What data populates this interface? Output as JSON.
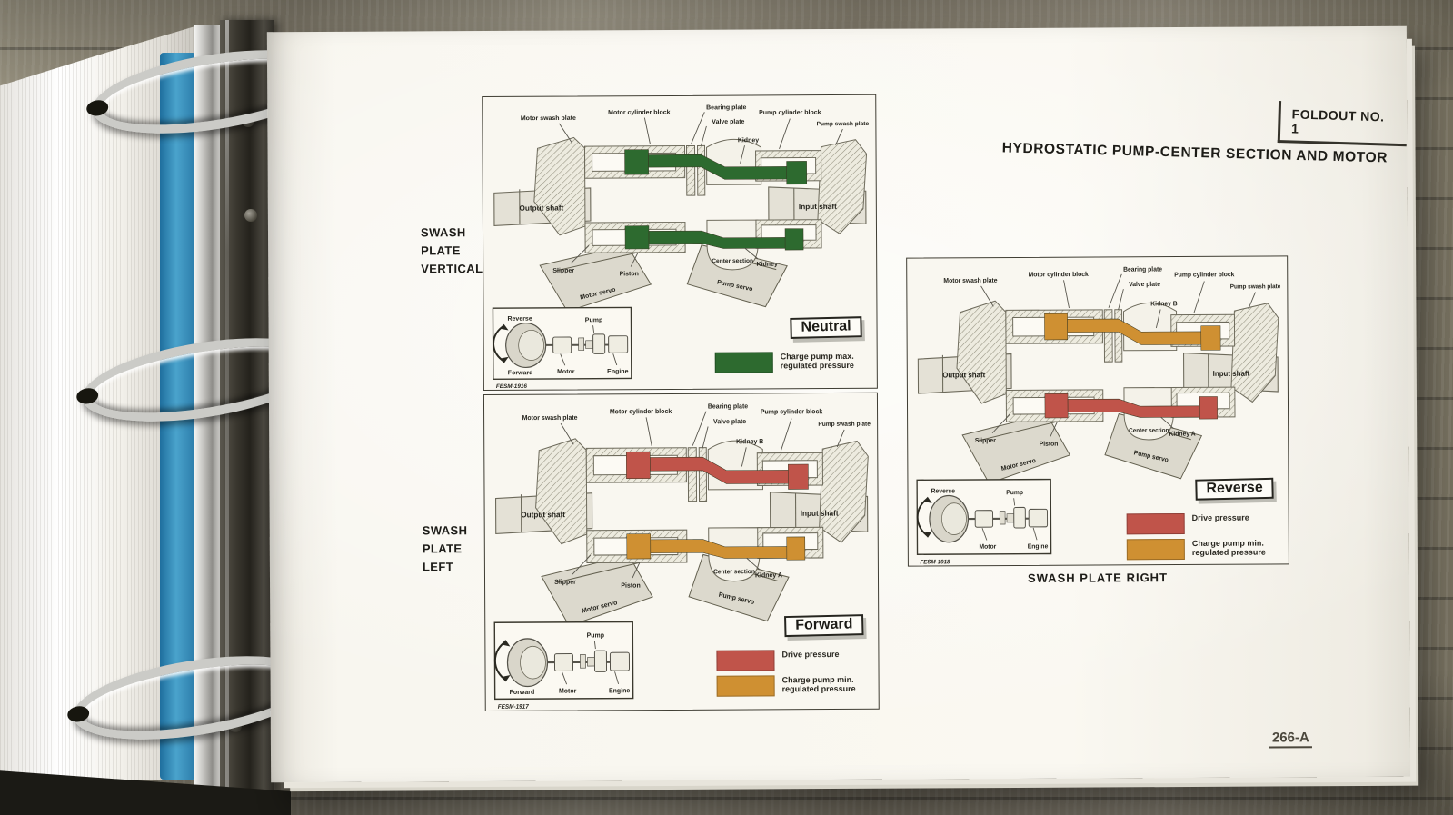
{
  "page": {
    "foldout_label": "FOLDOUT NO. 1",
    "title": "HYDROSTATIC PUMP-CENTER SECTION AND MOTOR",
    "page_number": "266-A"
  },
  "colors": {
    "neutral_green": "#2d6a2f",
    "drive_red": "#c0544a",
    "charge_orange": "#cf9032"
  },
  "panels": [
    {
      "name": "swash-plate-vertical",
      "side_label_lines": [
        "SWASH",
        "PLATE",
        "VERTICAL"
      ],
      "figure_code": "FESM-1916",
      "labels": {
        "motor_swash_plate": "Motor swash plate",
        "motor_cylinder_block": "Motor cylinder block",
        "bearing_plate": "Bearing plate",
        "valve_plate": "Valve plate",
        "pump_cylinder_block": "Pump cylinder block",
        "pump_swash_plate": "Pump swash plate",
        "kidney_top": "Kidney",
        "output_shaft": "Output shaft",
        "input_shaft": "Input shaft",
        "slipper": "Slipper",
        "piston": "Piston",
        "kidney_bottom": "Kidney",
        "center_section": "Center section",
        "motor_servo": "Motor servo",
        "pump_servo": "Pump servo"
      },
      "bands": {
        "top_color": "#2d6a2f",
        "bottom_color": "#2d6a2f"
      },
      "legend": {
        "mode": "Neutral",
        "entries": [
          {
            "color": "#2d6a2f",
            "label": "Charge pump max. regulated pressure"
          }
        ]
      },
      "inset": {
        "reverse": "Reverse",
        "forward": "Forward",
        "pump": "Pump",
        "motor": "Motor",
        "engine": "Engine"
      }
    },
    {
      "name": "swash-plate-left",
      "side_label_lines": [
        "SWASH",
        "PLATE",
        "LEFT"
      ],
      "figure_code": "FESM-1917",
      "labels": {
        "motor_swash_plate": "Motor swash plate",
        "motor_cylinder_block": "Motor cylinder block",
        "bearing_plate": "Bearing plate",
        "valve_plate": "Valve plate",
        "pump_cylinder_block": "Pump cylinder block",
        "pump_swash_plate": "Pump swash plate",
        "kidney_top": "Kidney B",
        "output_shaft": "Output shaft",
        "input_shaft": "Input shaft",
        "slipper": "Slipper",
        "piston": "Piston",
        "kidney_bottom": "Kidney A",
        "center_section": "Center section",
        "motor_servo": "Motor servo",
        "pump_servo": "Pump servo"
      },
      "bands": {
        "top_color": "#c0544a",
        "bottom_color": "#cf9032"
      },
      "legend": {
        "mode": "Forward",
        "entries": [
          {
            "color": "#c0544a",
            "label": "Drive pressure"
          },
          {
            "color": "#cf9032",
            "label": "Charge pump min. regulated pressure"
          }
        ]
      },
      "inset": {
        "forward": "Forward",
        "pump": "Pump",
        "motor": "Motor",
        "engine": "Engine"
      }
    },
    {
      "name": "swash-plate-right",
      "caption": "SWASH PLATE RIGHT",
      "figure_code": "FESM-1918",
      "labels": {
        "motor_swash_plate": "Motor swash plate",
        "motor_cylinder_block": "Motor cylinder block",
        "bearing_plate": "Bearing plate",
        "valve_plate": "Valve plate",
        "pump_cylinder_block": "Pump cylinder block",
        "pump_swash_plate": "Pump swash plate",
        "kidney_top": "Kidney B",
        "output_shaft": "Output shaft",
        "input_shaft": "Input shaft",
        "slipper": "Slipper",
        "piston": "Piston",
        "kidney_bottom": "Kidney A",
        "center_section": "Center section",
        "motor_servo": "Motor servo",
        "pump_servo": "Pump servo"
      },
      "bands": {
        "top_color": "#cf9032",
        "bottom_color": "#c0544a"
      },
      "legend": {
        "mode": "Reverse",
        "entries": [
          {
            "color": "#c0544a",
            "label": "Drive pressure"
          },
          {
            "color": "#cf9032",
            "label": "Charge pump min. regulated pressure"
          }
        ]
      },
      "inset": {
        "reverse": "Reverse",
        "pump": "Pump",
        "motor": "Motor",
        "engine": "Engine"
      }
    }
  ]
}
